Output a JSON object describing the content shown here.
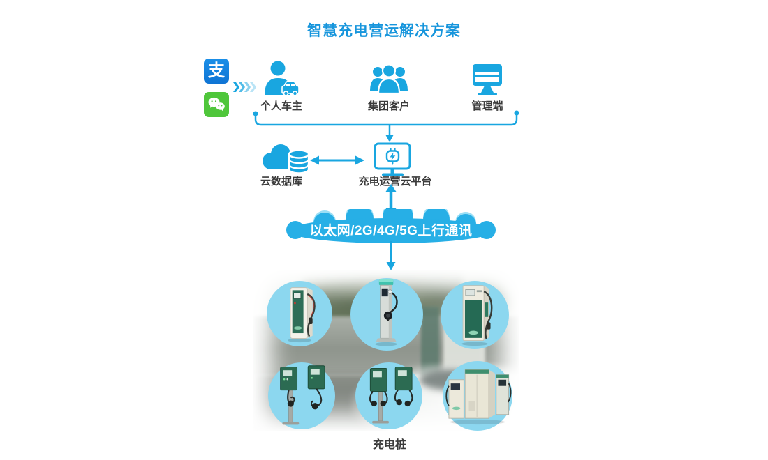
{
  "title": "智慧充电营运解决方案",
  "payment_channels": [
    {
      "name": "alipay",
      "icon": "alipay-icon",
      "glyph": "支",
      "color": "#1583d7"
    },
    {
      "name": "wechat",
      "icon": "wechat-icon",
      "color": "#4fc63b"
    }
  ],
  "actors": {
    "personal": {
      "label": "个人车主",
      "icon": "driver-with-car-icon"
    },
    "group": {
      "label": "集团客户",
      "icon": "user-group-icon"
    },
    "admin": {
      "label": "管理端",
      "icon": "monitor-icon"
    }
  },
  "cloud_database": {
    "label": "云数据库",
    "icon": "cloud-database-icon"
  },
  "platform": {
    "label": "充电运营云平台",
    "icon": "charging-cloud-platform-icon"
  },
  "network": {
    "banner": "以太网/2G/4G/5G上行通讯"
  },
  "stations": {
    "label": "充电桩",
    "items": [
      "floor-standing-ac-charger",
      "pedestal-charger",
      "dc-cabinet-charger",
      "dual-wallbox-on-pole",
      "dual-wallbox-chargers",
      "charging-cabinet-group"
    ]
  },
  "colors": {
    "accent_blue": "#19a6e0",
    "title_blue": "#1695dc",
    "banner_blue": "#27afe6",
    "circle_blue": "#8cd7ef",
    "wechat_green": "#4fc63b",
    "label_text": "#3b3b3b"
  }
}
